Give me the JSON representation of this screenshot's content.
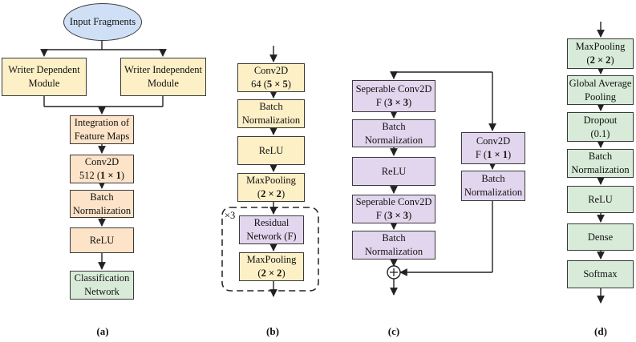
{
  "panel_a": {
    "input": "Input Fragments",
    "writer_dependent": [
      "Writer Dependent",
      "Module"
    ],
    "writer_independent": [
      "Writer Independent",
      "Module"
    ],
    "integration": [
      "Integration of",
      "Feature Maps"
    ],
    "conv2d": [
      "Conv2D",
      "512 (1 × 1)"
    ],
    "batchnorm": [
      "Batch",
      "Normalization"
    ],
    "relu": "ReLU",
    "classification": [
      "Classification",
      "Network"
    ],
    "caption": "(a)"
  },
  "panel_b": {
    "conv2d": [
      "Conv2D",
      "64 (5 × 5)"
    ],
    "batchnorm": [
      "Batch",
      "Normalization"
    ],
    "relu": "ReLU",
    "maxpool1": [
      "MaxPooling",
      "(2 × 2)"
    ],
    "repeat_label": "×3",
    "residual": [
      "Residual",
      "Network (F)"
    ],
    "maxpool2": [
      "MaxPooling",
      "(2 × 2)"
    ],
    "caption": "(b)"
  },
  "panel_c": {
    "sepconv1": [
      "Seperable Conv2D",
      "F (3 × 3)"
    ],
    "batchnorm1": [
      "Batch",
      "Normalization"
    ],
    "relu": "ReLU",
    "sepconv2": [
      "Seperable Conv2D",
      "F (3 × 3)"
    ],
    "batchnorm2": [
      "Batch",
      "Normalization"
    ],
    "skip_conv": [
      "Conv2D",
      "F (1 × 1)"
    ],
    "skip_batchnorm": [
      "Batch",
      "Normalization"
    ],
    "add_symbol": "+",
    "caption": "(c)"
  },
  "panel_d": {
    "maxpool": [
      "MaxPooling",
      "(2 × 2)"
    ],
    "gap": [
      "Global Average",
      "Pooling"
    ],
    "dropout": [
      "Dropout",
      "(0.1)"
    ],
    "batchnorm": [
      "Batch",
      "Normalization"
    ],
    "relu": "ReLU",
    "dense": "Dense",
    "softmax": "Softmax",
    "caption": "(d)"
  },
  "colors": {
    "input_fill": "#cfe0f6",
    "module_fill": "#fdf0c6",
    "orange_fill": "#fde3c8",
    "purple_fill": "#e2d6ee",
    "green_fill": "#d8ebd9",
    "stroke": "#3a3a3a"
  }
}
